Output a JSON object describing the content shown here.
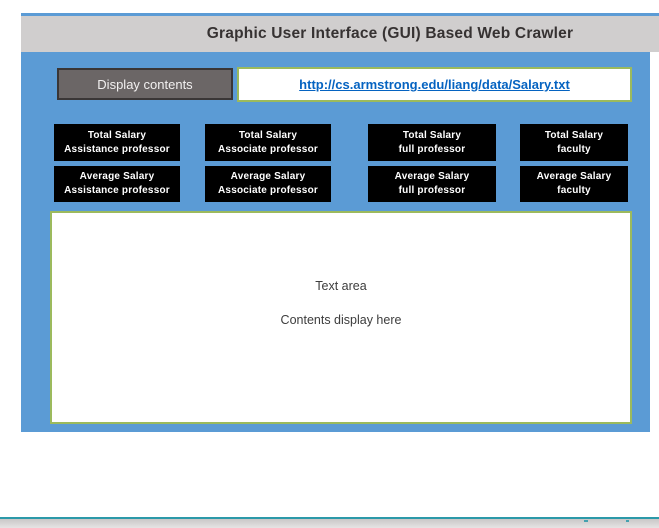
{
  "slide": {
    "title": "Graphic User Interface (GUI) Based Web Crawler"
  },
  "toolbar": {
    "display_button_label": "Display contents",
    "url": "http://cs.armstrong.edu/liang/data/Salary.txt"
  },
  "salary_buttons": {
    "row1": [
      {
        "line1": "Total Salary",
        "line2": "Assistance professor"
      },
      {
        "line1": "Total Salary",
        "line2": "Associate professor"
      },
      {
        "line1": "Total Salary",
        "line2": "full professor"
      },
      {
        "line1": "Total Salary",
        "line2": "faculty"
      }
    ],
    "row2": [
      {
        "line1": "Average Salary",
        "line2": "Assistance professor"
      },
      {
        "line1": "Average Salary",
        "line2": "Associate professor"
      },
      {
        "line1": "Average Salary",
        "line2": "full professor"
      },
      {
        "line1": "Average Salary",
        "line2": "faculty"
      }
    ]
  },
  "text_area": {
    "line1": "Text area",
    "line2": "Contents display here"
  },
  "colors": {
    "panel_blue": "#5b9bd5",
    "title_bar_gray": "#d0cece",
    "salary_button_black": "#000000",
    "display_button_gray": "#6b6666",
    "green_border": "#9cba5d",
    "link_blue": "#0563c1",
    "bottom_teal": "#2b99a9"
  }
}
